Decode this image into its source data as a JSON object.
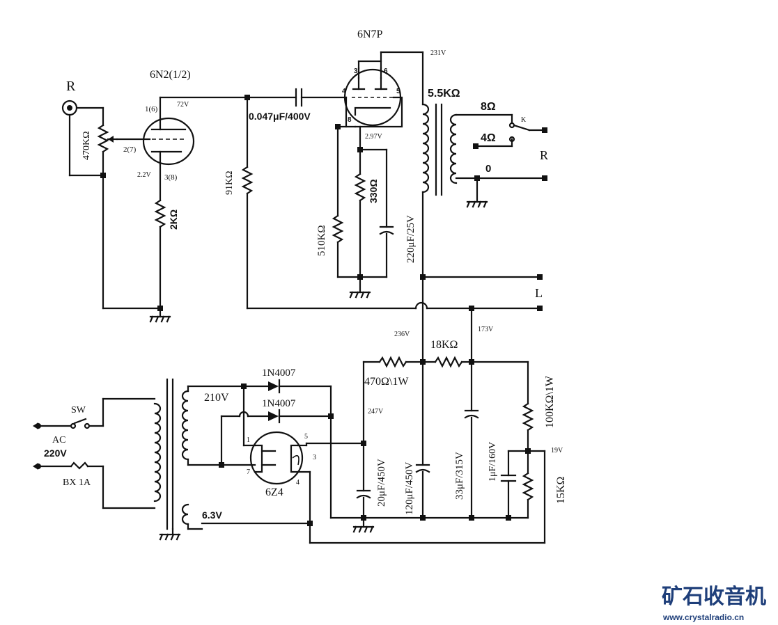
{
  "labels": {
    "input_r": "R",
    "pot": "470KΩ",
    "tube1_name": "6N2(1/2)",
    "pin1": "1(6)",
    "pin2": "2(7)",
    "pin3": "3(8)",
    "v72": "72V",
    "v22": "2.2V",
    "r2k": "2KΩ",
    "r91k": "91KΩ",
    "cap_couple": "0.047μF/400V",
    "tube2_name": "6N7P",
    "p3": "3",
    "p6": "6",
    "p4": "4",
    "p5": "5",
    "p8": "8",
    "v231": "231V",
    "v297": "2.97V",
    "r330": "330Ω",
    "r510": "510KΩ",
    "c220": "220μF/25V",
    "xfmr_imp": "5.5KΩ",
    "tap8": "8Ω",
    "tap4": "4Ω",
    "tap0": "0",
    "switch_k": "K",
    "out_r": "R",
    "out_l": "L",
    "v236": "236V",
    "v173": "173V",
    "r18k": "18KΩ",
    "r470": "470Ω\\1W",
    "r100k": "100KΩ\\1W",
    "v247": "247V",
    "v19": "19V",
    "r15k": "15KΩ",
    "c20": "20μF/450V",
    "c120": "120μF/450V",
    "c33": "33μF/315V",
    "c1": "1μF/160V",
    "d1": "1N4007",
    "d2": "1N4007",
    "v210": "210V",
    "v63": "6.3V",
    "sw": "SW",
    "ac": "AC",
    "v220": "220V",
    "fuse": "BX  1A",
    "rect_name": "6Z4",
    "rp1": "1",
    "rp5": "5",
    "rp3": "3",
    "rp7": "7",
    "rp4": "4"
  },
  "logo": {
    "title": "矿石收音机",
    "url": "www.crystalradio.cn",
    "color": "#1f3f7a"
  }
}
